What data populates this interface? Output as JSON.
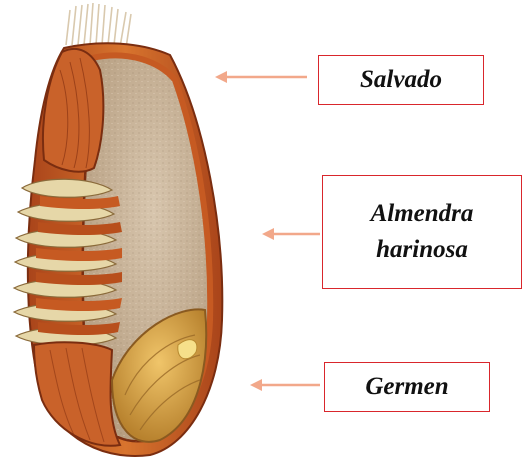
{
  "labels": {
    "bran": "Salvado",
    "endosperm_line1": "Almendra",
    "endosperm_line2": "harinosa",
    "germ": "Germen"
  },
  "colors": {
    "label_border": "#d9262c",
    "arrow": "#f2a88a",
    "bran_outer": "#b8501c",
    "bran_inner": "#d8742e",
    "endosperm": "#c7b39a",
    "germ": "#d6a24a",
    "aleurone_layers": "#e6d7a8"
  }
}
